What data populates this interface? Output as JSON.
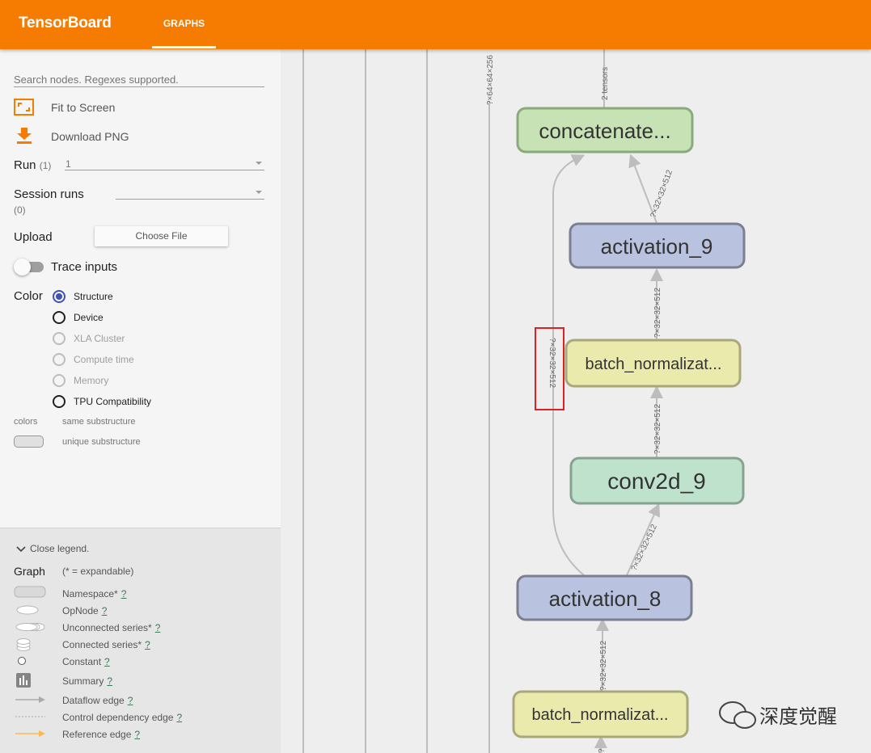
{
  "header": {
    "brand": "TensorBoard",
    "active_tab": "GRAPHS",
    "color": "#f57c00"
  },
  "sidebar": {
    "search_placeholder": "Search nodes. Regexes supported.",
    "fit_to_screen": "Fit to Screen",
    "download_png": "Download PNG",
    "run_label": "Run",
    "run_count": "(1)",
    "run_value": "1",
    "session_runs_label": "Session runs",
    "session_runs_count": "(0)",
    "upload_label": "Upload",
    "choose_file": "Choose File",
    "trace_inputs": "Trace inputs",
    "color_label": "Color",
    "color_options": [
      "Structure",
      "Device",
      "XLA Cluster",
      "Compute time",
      "Memory",
      "TPU Compatibility"
    ],
    "selected_color_option": "Structure",
    "colors_label": "colors",
    "same_substructure": "same substructure",
    "unique_substructure": "unique substructure",
    "accent_color": "#3f51b5"
  },
  "legend": {
    "close_legend": "Close legend.",
    "graph_label": "Graph",
    "expandable_note": "(* = expandable)",
    "items": [
      {
        "label": "Namespace*",
        "help": "?",
        "icon": "namespace-icon"
      },
      {
        "label": "OpNode",
        "help": "?",
        "icon": "opnode-icon"
      },
      {
        "label": "Unconnected series*",
        "help": "?",
        "icon": "unconnected-series-icon"
      },
      {
        "label": "Connected series*",
        "help": "?",
        "icon": "connected-series-icon"
      },
      {
        "label": "Constant",
        "help": "?",
        "icon": "constant-icon"
      },
      {
        "label": "Summary",
        "help": "?",
        "icon": "summary-icon"
      },
      {
        "label": "Dataflow edge",
        "help": "?",
        "icon": "dataflow-edge-icon"
      },
      {
        "label": "Control dependency edge",
        "help": "?",
        "icon": "control-dependency-edge-icon"
      },
      {
        "label": "Reference edge",
        "help": "?",
        "icon": "reference-edge-icon"
      }
    ]
  },
  "graph": {
    "nodes": {
      "concatenate": "concatenate...",
      "activation_9": "activation_9",
      "batch_norm_top": "batch_normalizat...",
      "conv2d_9": "conv2d_9",
      "activation_8": "activation_8",
      "batch_norm_bottom": "batch_normalizat..."
    },
    "edge_labels": {
      "top_left": "?×64×64×256",
      "top_right": "2 tensors",
      "act9_to_concat": "?×32×32×512",
      "bn_to_act9": "?×32×32×512",
      "conv_to_bn": "?×32×32×512",
      "act8_to_conv": "?×32×32×512",
      "skip_connection": "?×32×32×512",
      "bn_to_act8": "?×32×32×512",
      "bottom": "?"
    },
    "node_colors": {
      "concatenate": "#c7e3b6",
      "activation": "#b9c3e0",
      "batch_norm": "#eaeaad",
      "conv2d": "#bfe2cd"
    },
    "highlight_color": "#e02020"
  },
  "watermark": {
    "text": "深度觉醒"
  }
}
